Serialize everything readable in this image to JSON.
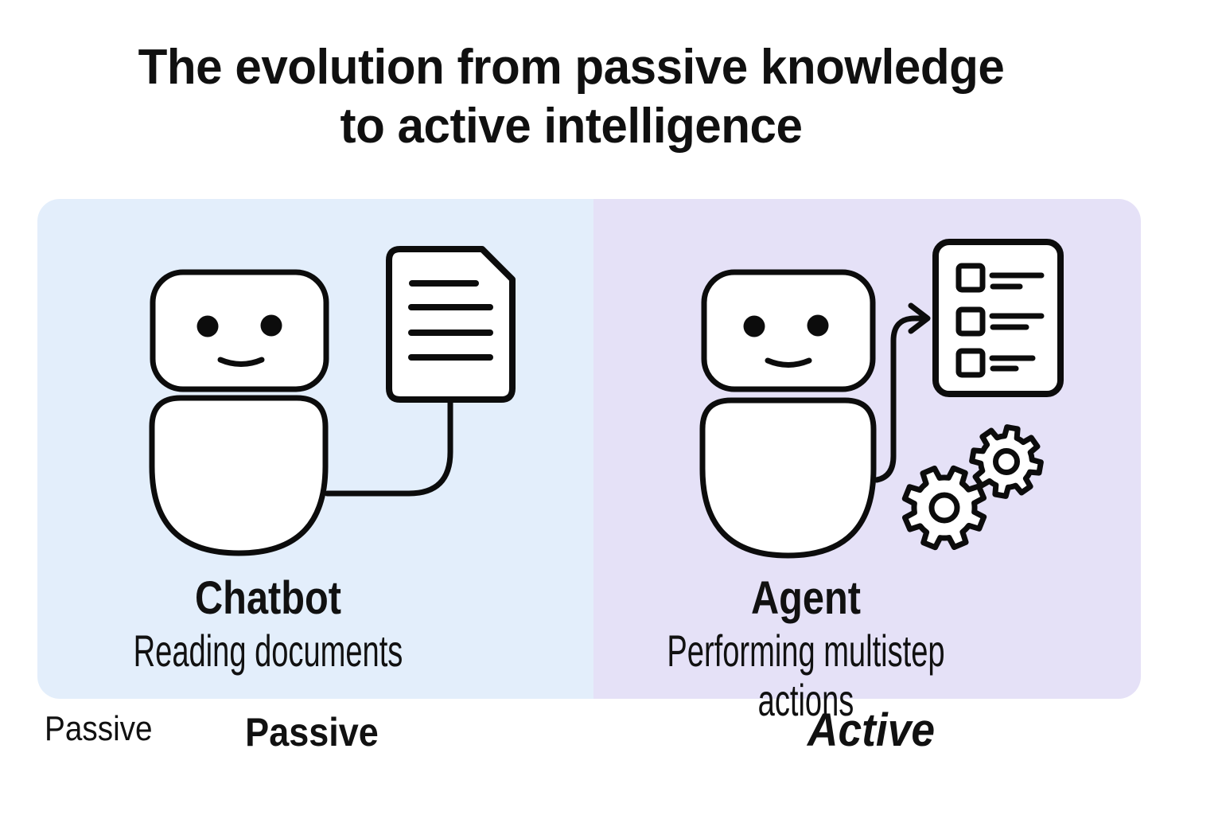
{
  "title": {
    "line1": "The evolution from passive knowledge",
    "line2": "to active intelligence"
  },
  "panels": {
    "left": {
      "title": "Chatbot",
      "subtitle": "Reading documents",
      "footer_label": "Passive",
      "bg_color": "#e3eefb"
    },
    "right": {
      "title": "Agent",
      "subtitle": "Performing multistep actions",
      "footer_label": "Active",
      "bg_color": "#e5e1f7"
    }
  },
  "stray_label": "Passive",
  "colors": {
    "background": "#ffffff",
    "ink": "#111111",
    "stroke": "#0c0c0c",
    "left_panel_bg": "#e3eefb",
    "right_panel_bg": "#e5e1f7"
  },
  "icons": {
    "left_panel": [
      "chatbot-robot-icon",
      "document-icon",
      "connector-line"
    ],
    "right_panel": [
      "agent-robot-icon",
      "arrow-icon",
      "checklist-icon",
      "gears-icon"
    ]
  }
}
